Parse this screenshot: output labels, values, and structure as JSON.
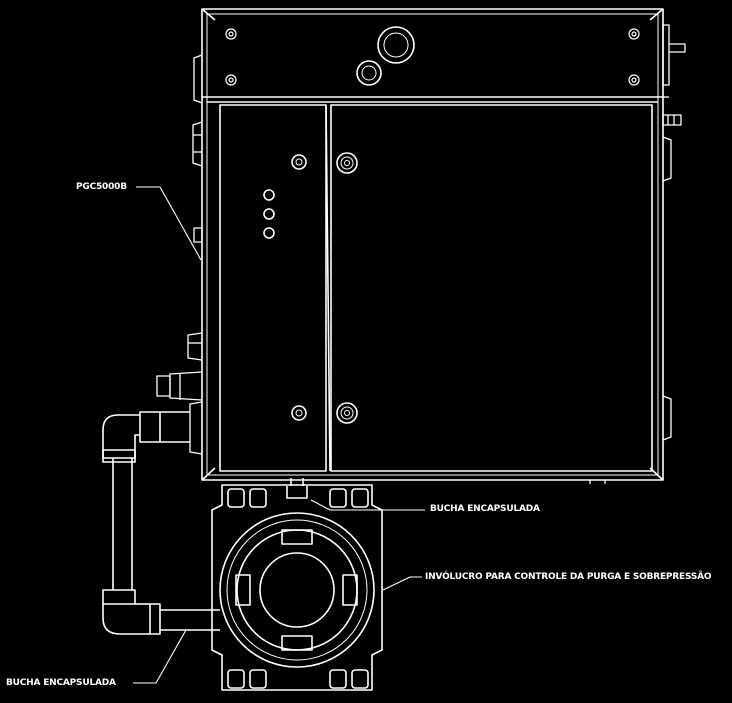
{
  "labels": {
    "model": "PGC5000B",
    "bushing_top": "BUCHA ENCAPSULADA",
    "enclosure": "INVÓLUCRO PARA CONTROLE DA PURGA E SOBREPRESSÃO",
    "bushing_bottom": "BUCHA ENCAPSULADA"
  },
  "colors": {
    "background": "#000000",
    "line": "#ffffff"
  }
}
